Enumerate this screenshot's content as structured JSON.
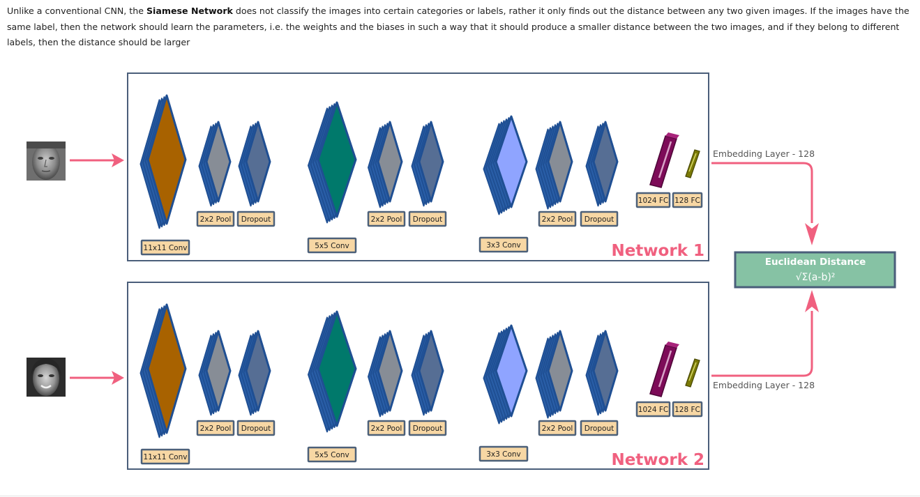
{
  "intro": {
    "pre": "Unlike a conventional CNN, the ",
    "bold": "Siamese Network",
    "post": " does not classify the images into certain categories or labels, rather it only finds out the distance between any two given images. If the images have the same label, then the network should learn the parameters, i.e. the weights and the biases in such a way that it should produce a smaller distance between the two images, and if they belong to different labels, then the distance should be larger"
  },
  "diagram": {
    "networks": [
      {
        "title": "Network 1",
        "embedding": "Embedding Layer - 128",
        "layers": [
          "11x11 Conv",
          "2x2 Pool",
          "Dropout",
          "5x5 Conv",
          "2x2 Pool",
          "Dropout",
          "3x3 Conv",
          "2x2 Pool",
          "Dropout",
          "1024 FC",
          "128 FC"
        ]
      },
      {
        "title": "Network 2",
        "embedding": "Embedding Layer - 128",
        "layers": [
          "11x11 Conv",
          "2x2 Pool",
          "Dropout",
          "5x5 Conv",
          "2x2 Pool",
          "Dropout",
          "3x3 Conv",
          "2x2 Pool",
          "Dropout",
          "1024 FC",
          "128 FC"
        ]
      }
    ],
    "distance": {
      "title": "Euclidean Distance",
      "formula": "√Σ(a-b)²"
    },
    "colors": {
      "arrow": "#f0607f",
      "frame": "#4a5e7a",
      "diamond_edge": "#1f4f93",
      "conv1": "#a86200",
      "conv2": "#00796b",
      "conv3": "#8fa4ff",
      "pool": "#878d96",
      "dropout": "#566e94",
      "label_fill": "#f7d7a4",
      "label_edge": "#4c6079",
      "fc1024": "#7d0b58",
      "fc128": "#7b7a06",
      "distance_fill": "#86c2a4"
    }
  }
}
